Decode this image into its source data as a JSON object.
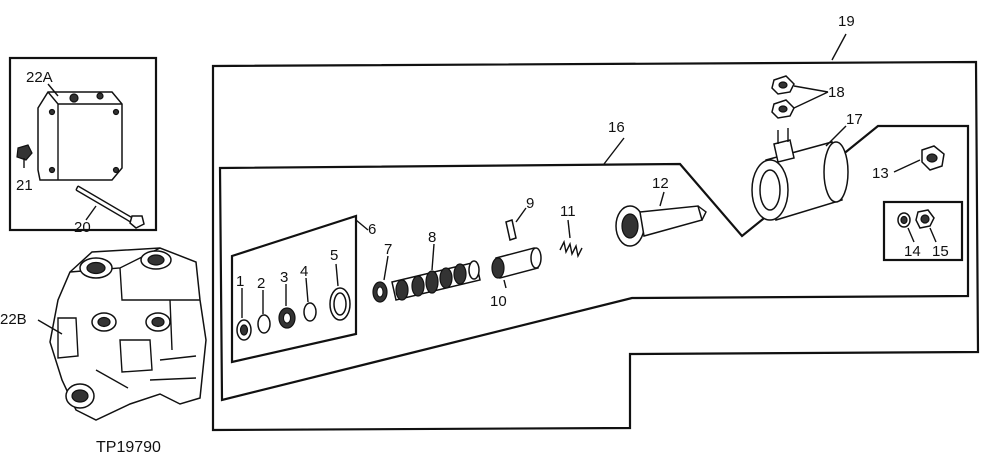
{
  "figure_id": "TP19790",
  "callouts": {
    "c1": "1",
    "c2": "2",
    "c3": "3",
    "c4": "4",
    "c5": "5",
    "c6": "6",
    "c7": "7",
    "c8": "8",
    "c9": "9",
    "c10": "10",
    "c11": "11",
    "c12": "12",
    "c13": "13",
    "c14": "14",
    "c15": "15",
    "c16": "16",
    "c17": "17",
    "c18": "18",
    "c19": "19",
    "c20": "20",
    "c21": "21",
    "c22a": "22A",
    "c22b": "22B"
  }
}
